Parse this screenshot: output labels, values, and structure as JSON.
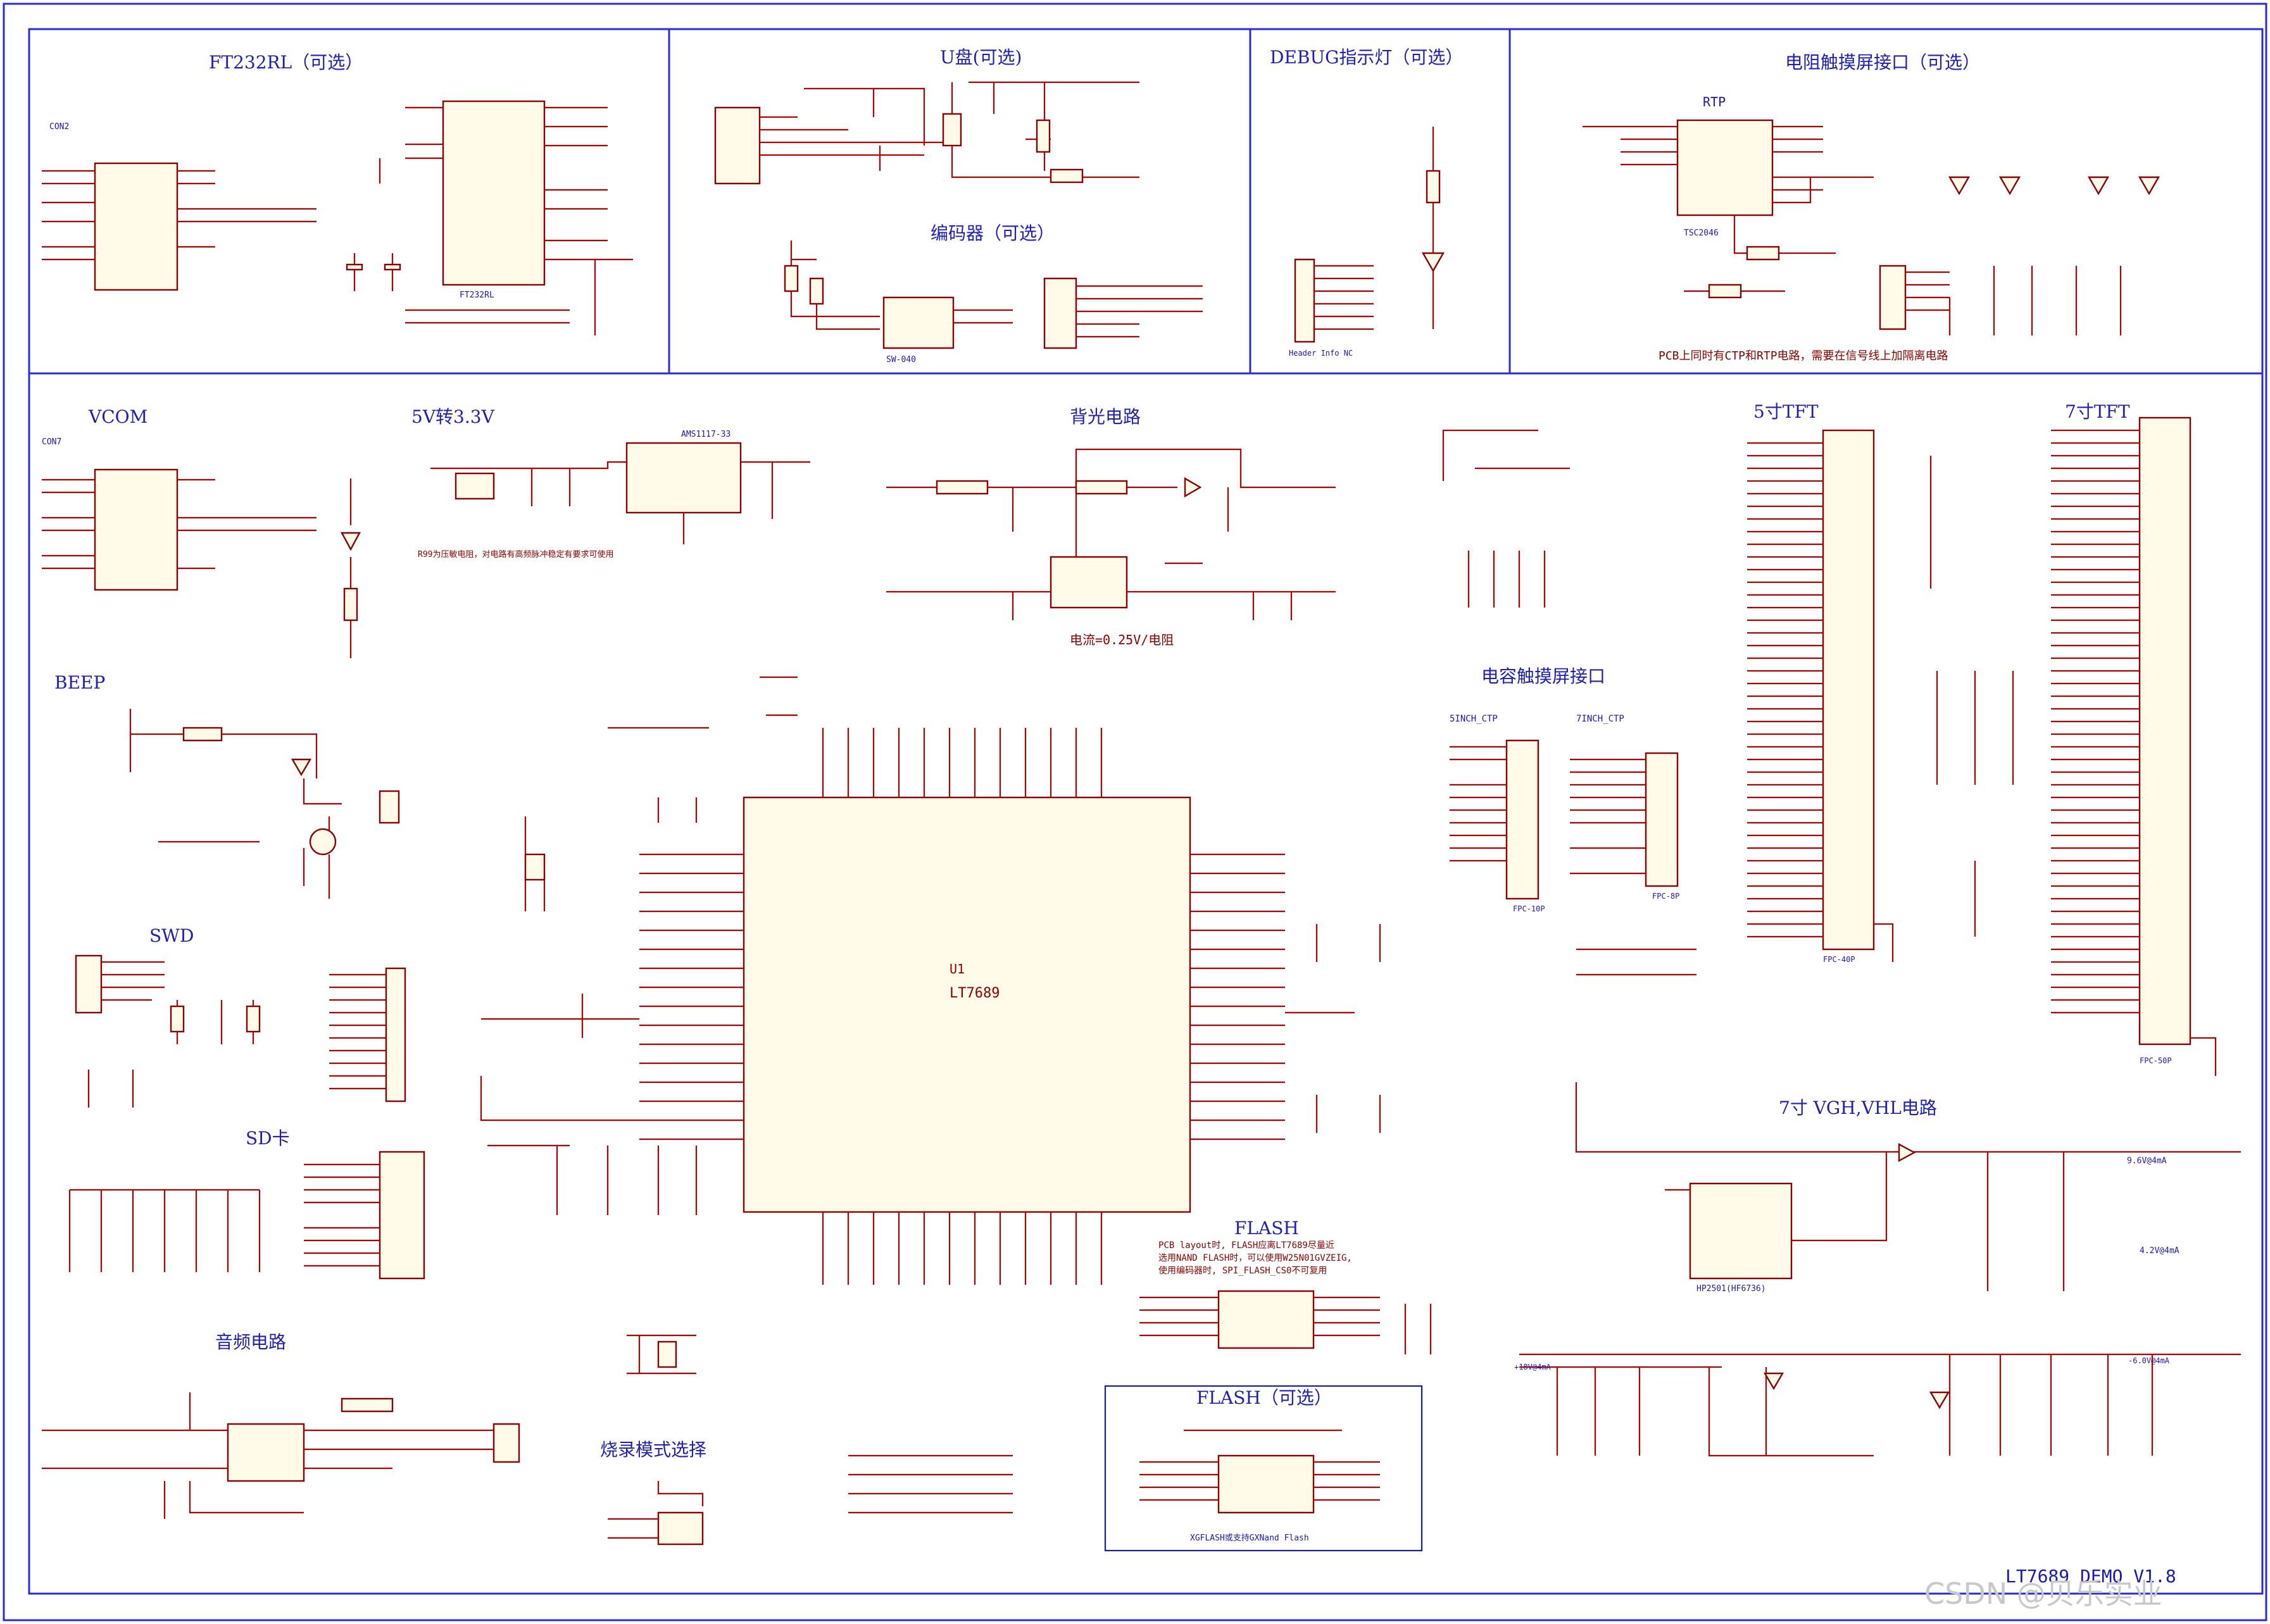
{
  "sections": {
    "ft232": "FT232RL（可选）",
    "udisk": "U盘(可选)",
    "debug": "DEBUG指示灯（可选）",
    "rtouch": "电阻触摸屏接口（可选）",
    "vcom": "VCOM",
    "conv": "5V转3.3V",
    "backlight": "背光电路",
    "tft5": "5寸TFT",
    "tft7": "7寸TFT",
    "encoder": "编码器（可选）",
    "beep": "BEEP",
    "swd": "SWD",
    "sd": "SD卡",
    "audio": "音频电路",
    "flash": "FLASH",
    "flash_opt": "FLASH（可选）",
    "burn": "烧录模式选择",
    "ctouch": "电容触摸屏接口",
    "vgh": "7寸 VGH,VHL电路"
  },
  "labels": {
    "rtp": "RTP",
    "ic_main_ref": "U1",
    "ic_main": "LT7689",
    "backlight_current": "电流=0.25V/电阻",
    "r99_note": "R99为压敏电阻，对电路有高频脉冲稳定有要求可使用",
    "pcb_note": "PCB上同时有CTP和RTP电路，需要在信号线上加隔离电路",
    "flash_note1": "PCB layout时, FLASH应离LT7689尽量近",
    "flash_note2": "选用NAND FLASH时，可以使用W25N01GVZEIG,",
    "flash_note3": "使用编码器时, SPI_FLASH_CS0不可复用",
    "flash_bottom": "XGFLASH或支持GXNand Flash",
    "inch5": "5INCH_CTP",
    "inch7": "7INCH_CTP",
    "fpc10": "FPC-10P",
    "fpc8": "FPC-8P",
    "fpc40": "FPC-40P",
    "fpc50": "FPC-50P",
    "vgh_out": "+18V@4mA",
    "vgl_out": "-6.0V@4mA",
    "vcom_out": "4.2V@4mA",
    "lcd_avdd": "9.6V@4mA",
    "u6": "HP2501(HF6736)",
    "con2": "CON2",
    "con7": "CON7",
    "d6": "FT232RL",
    "tsc": "TSC2046",
    "ams": "AMS1117-33",
    "ec11": "SW-040",
    "header_info": "Header Info NC"
  },
  "footer": {
    "doc_title": "LT7689 DEMO V1.8",
    "watermark": "CSDN @贝乐实业"
  }
}
